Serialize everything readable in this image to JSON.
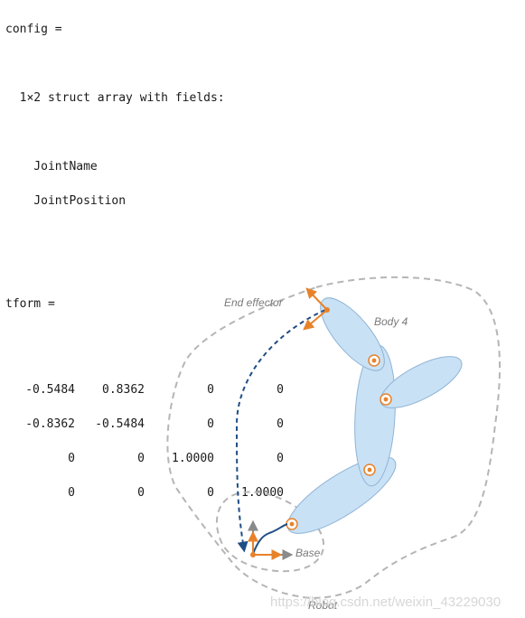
{
  "console": {
    "config_header": "config =",
    "struct_desc": "  1×2 struct array with fields:",
    "fields": [
      "    JointName",
      "    JointPosition"
    ],
    "tform_header": "tform =",
    "tform_rows": [
      [
        "-0.5484",
        "0.8362",
        "0",
        "0"
      ],
      [
        "-0.8362",
        "-0.5484",
        "0",
        "0"
      ],
      [
        "0",
        "0",
        "1.0000",
        "0"
      ],
      [
        "0",
        "0",
        "0",
        "1.0000"
      ]
    ]
  },
  "diagram": {
    "end_effector_label": "End effector",
    "body_label": "Body 4",
    "base_label": "Base",
    "robot_label": "Robot",
    "watermark": "https://blog.csdn.net/weixin_43229030",
    "colors": {
      "body_fill": "#c9e1f5",
      "body_stroke": "#8fb4d6",
      "frame_orange": "#e8822a",
      "frame_gray": "#8a8a8a",
      "path_blue": "#1f4e86",
      "boundary_gray": "#b5b5b5"
    }
  }
}
